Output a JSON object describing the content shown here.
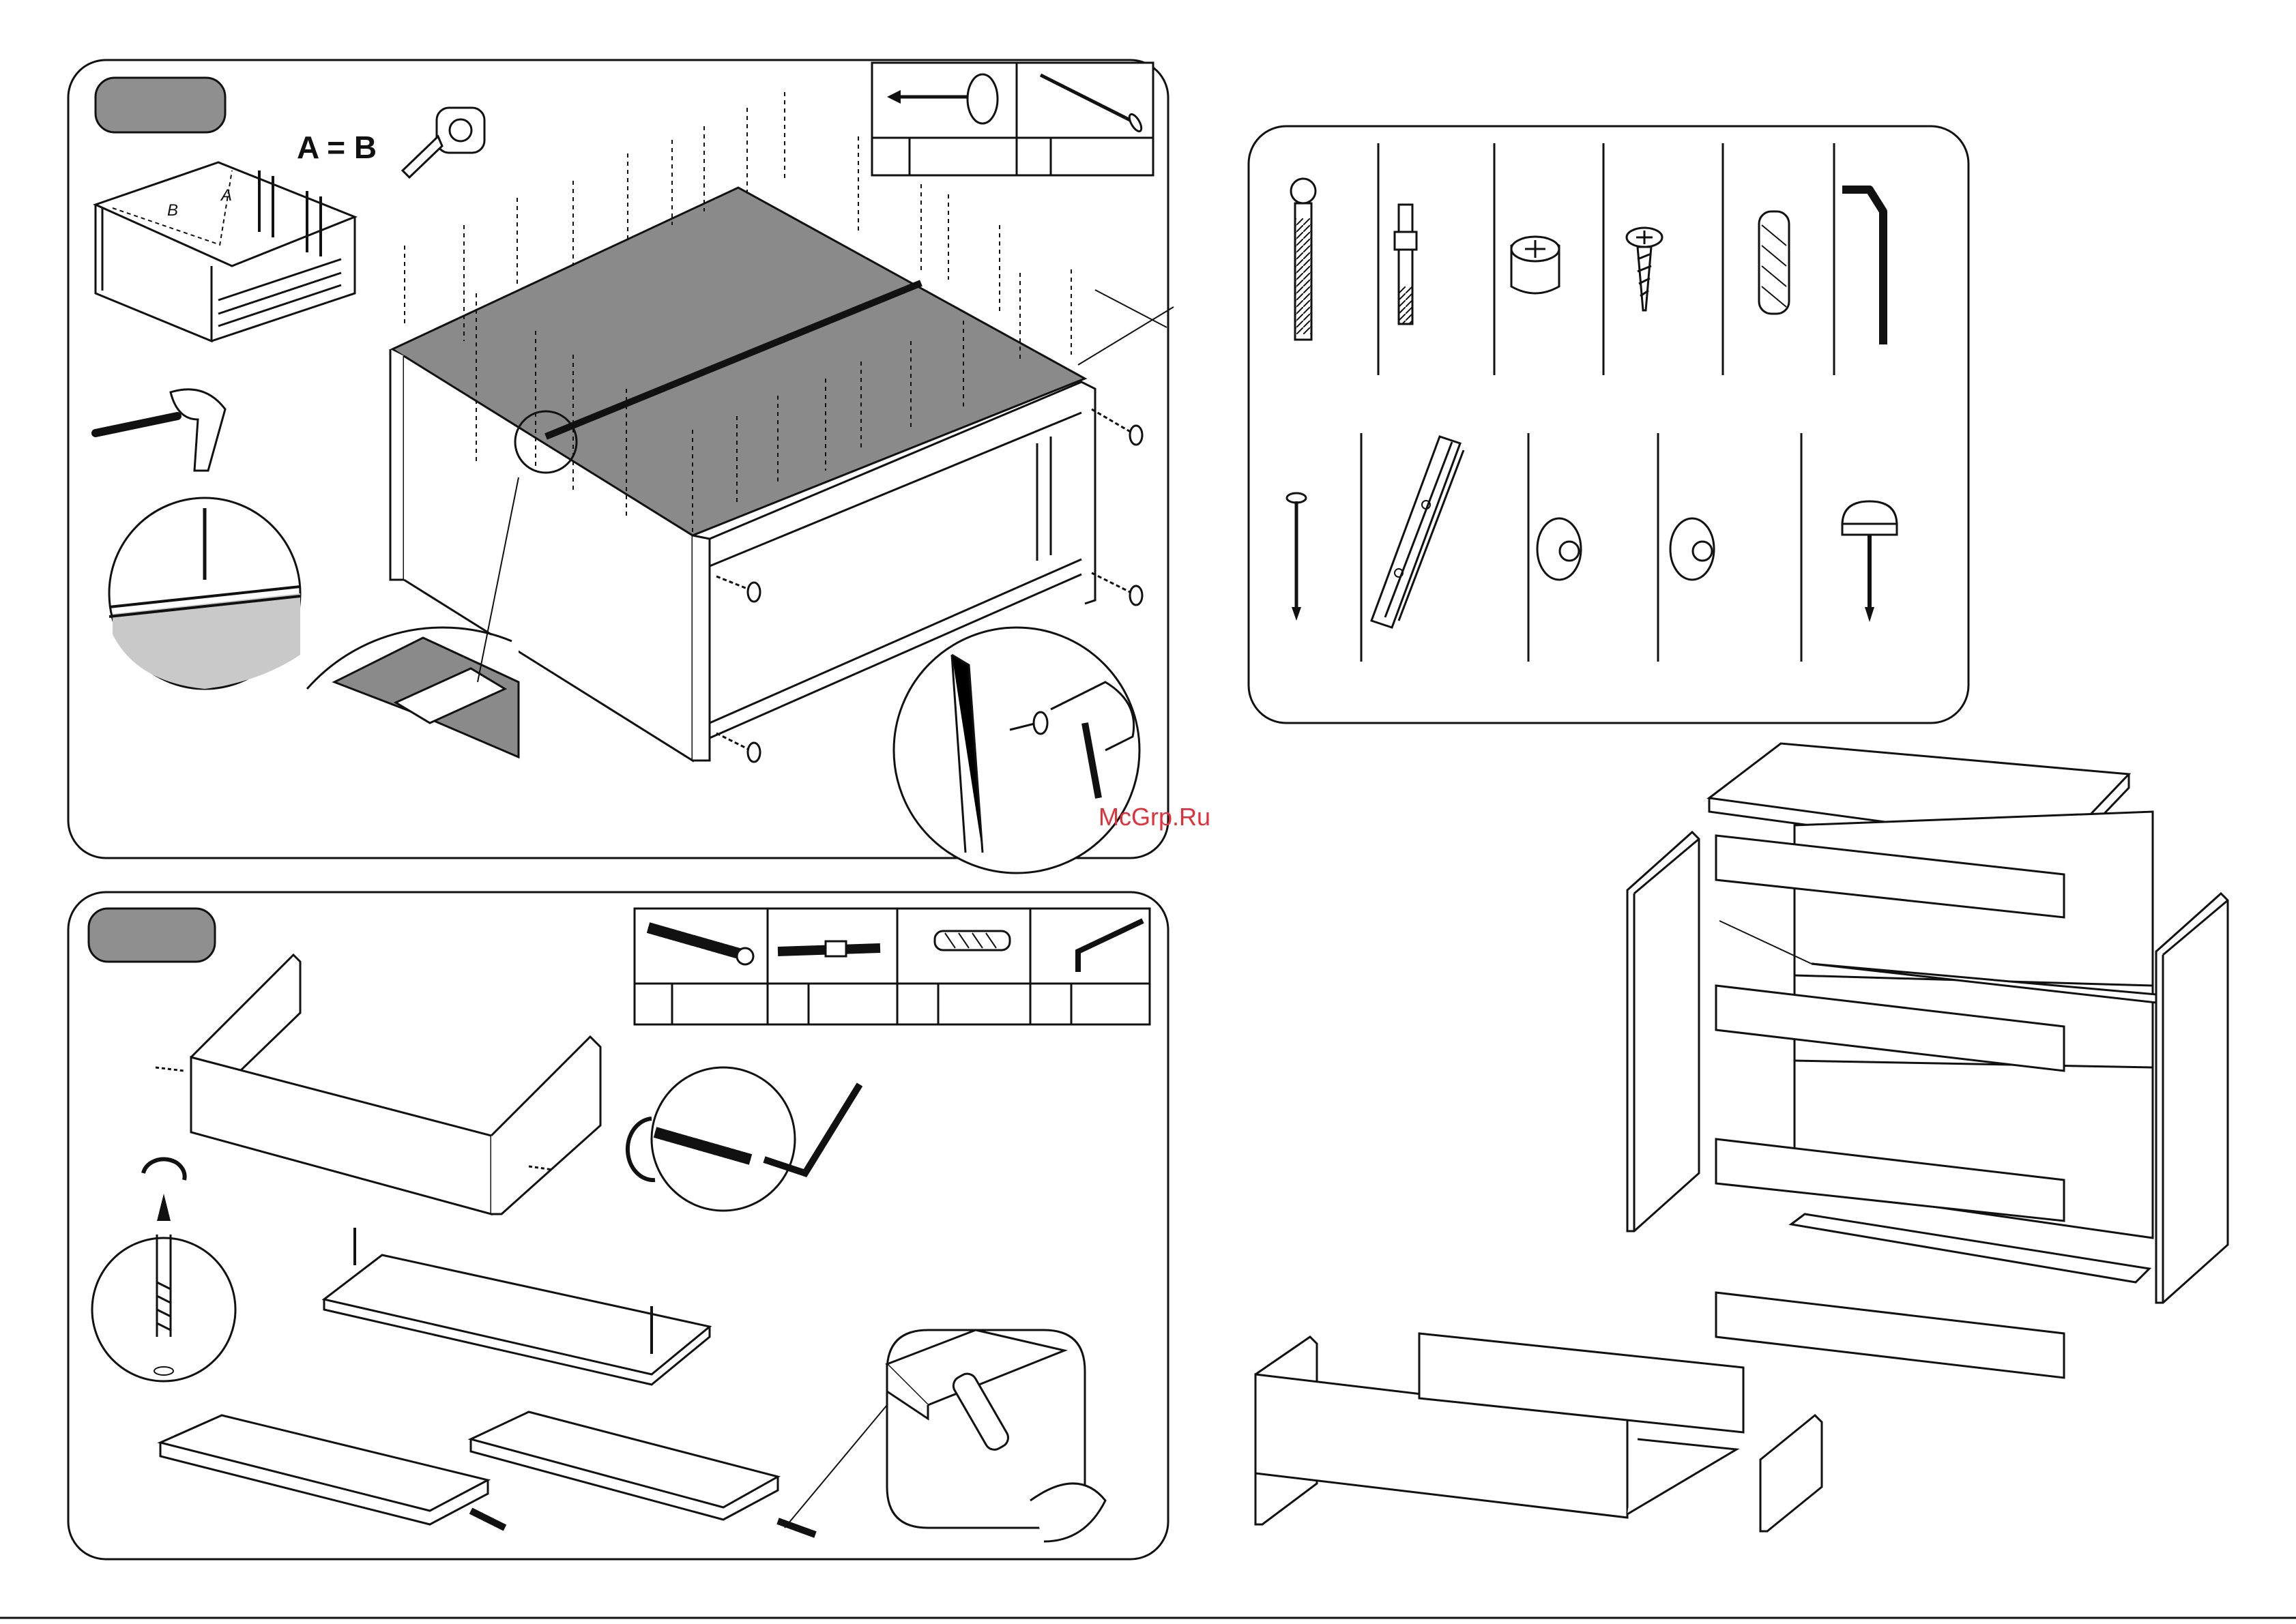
{
  "step1": {
    "formula": "A = B",
    "dim_a": "A",
    "dim_b": "B"
  },
  "watermark": "McGrp.Ru",
  "colors": {
    "outline": "#111111",
    "panel_gray": "#8a8a8a",
    "light_gray": "#c9c9c9",
    "badge_gray": "#8f8f8f",
    "watermark_red": "#e0303a"
  },
  "icons": [
    "measuring-tape-icon",
    "hammer-icon",
    "nail-icon",
    "furniture-bumper-icon",
    "confirmat-screw-icon",
    "cam-bolt-icon",
    "cam-lock-icon",
    "wood-screw-icon",
    "wood-dowel-icon",
    "hex-key-icon",
    "drawer-runner-icon",
    "shelf-support-icon"
  ]
}
